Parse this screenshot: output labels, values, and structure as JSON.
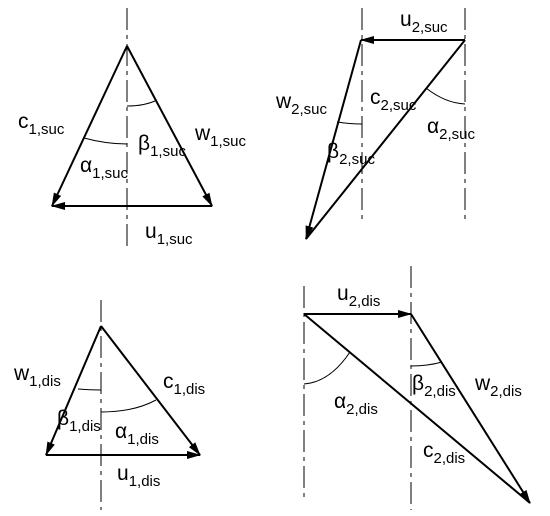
{
  "panels": {
    "suction_rotor1": {
      "c": {
        "base": "c",
        "sub": "1,suc"
      },
      "w": {
        "base": "w",
        "sub": "1,suc"
      },
      "u": {
        "base": "u",
        "sub": "1,suc"
      },
      "alpha": {
        "base": "α",
        "sub": "1,suc"
      },
      "beta": {
        "base": "β",
        "sub": "1,suc"
      }
    },
    "suction_rotor2": {
      "u": {
        "base": "u",
        "sub": "2,suc"
      },
      "w": {
        "base": "w",
        "sub": "2,suc"
      },
      "c": {
        "base": "c",
        "sub": "2,suc"
      },
      "alpha": {
        "base": "α",
        "sub": "2,suc"
      },
      "beta": {
        "base": "β",
        "sub": "2,suc"
      }
    },
    "discharge_rotor1": {
      "w": {
        "base": "w",
        "sub": "1,dis"
      },
      "c": {
        "base": "c",
        "sub": "1,dis"
      },
      "u": {
        "base": "u",
        "sub": "1,dis"
      },
      "alpha": {
        "base": "α",
        "sub": "1,dis"
      },
      "beta": {
        "base": "β",
        "sub": "1,dis"
      }
    },
    "discharge_rotor2": {
      "u": {
        "base": "u",
        "sub": "2,dis"
      },
      "w": {
        "base": "w",
        "sub": "2,dis"
      },
      "c": {
        "base": "c",
        "sub": "2,dis"
      },
      "alpha": {
        "base": "α",
        "sub": "2,dis"
      },
      "beta": {
        "base": "β",
        "sub": "2,dis"
      }
    }
  }
}
